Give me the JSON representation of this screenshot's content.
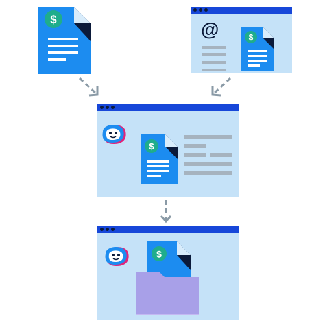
{
  "colors": {
    "doc_blue": "#1c8cf0",
    "doc_fold": "#0b1a3a",
    "badge_green": "#1fad8c",
    "window_bar": "#1747d9",
    "window_body": "#c5e2f8",
    "gray_line": "#a6b3bf",
    "arrow_gray": "#8a9aa6",
    "folder_purple": "#a8a0e8",
    "folder_back": "#c4b8f2"
  },
  "icons": {
    "currency": "$",
    "email": "@"
  },
  "diagram": {
    "nodes": [
      "invoice-document",
      "email-window-with-invoice",
      "processing-window-with-bot",
      "output-window-with-folder"
    ],
    "edges": [
      [
        "invoice-document",
        "processing-window-with-bot"
      ],
      [
        "email-window-with-invoice",
        "processing-window-with-bot"
      ],
      [
        "processing-window-with-bot",
        "output-window-with-folder"
      ]
    ]
  }
}
